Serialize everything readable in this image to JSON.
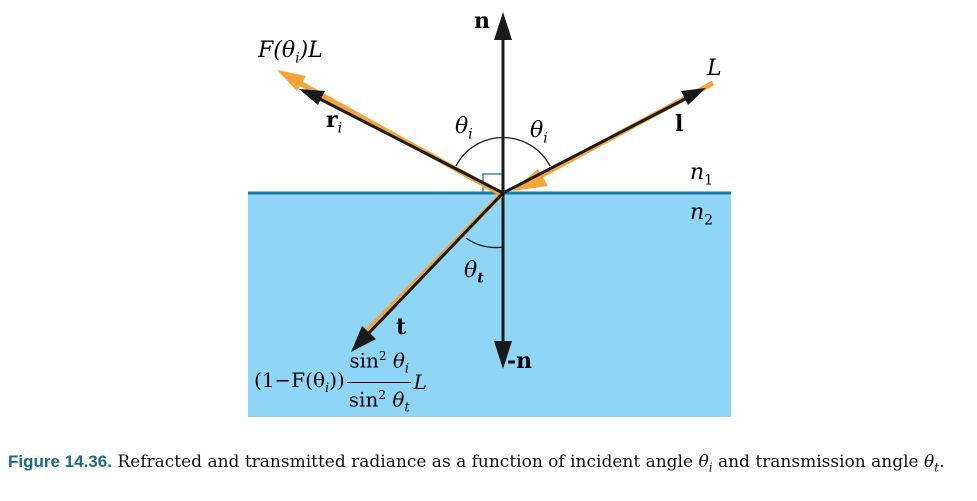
{
  "labels": {
    "normal": "n",
    "neg_normal": "-n",
    "reflected_vec": "r",
    "reflected_sub": "i",
    "reflected_radiance": "F(θ",
    "reflected_radiance_sub": "i",
    "reflected_radiance_tail": ")L",
    "light_vec": "l",
    "light_radiance": "L",
    "theta_i_left": "θ",
    "theta_i_left_sub": "i",
    "theta_i_right": "θ",
    "theta_i_right_sub": "i",
    "theta_t": "θ",
    "theta_t_sub": "t",
    "n1": "n",
    "n1_sub": "1",
    "n2": "n",
    "n2_sub": "2",
    "transmit_vec": "t",
    "transmit_prefix": "(1−F(θ",
    "transmit_prefix_sub": "i",
    "transmit_prefix_tail": "))",
    "frac_num": "sin",
    "frac_num_exp": "2",
    "frac_num_theta": "θ",
    "frac_num_sub": "i",
    "frac_den": "sin",
    "frac_den_exp": "2",
    "frac_den_theta": "θ",
    "frac_den_sub": "t",
    "transmit_tail": "L"
  },
  "caption": {
    "number": "Figure 14.36.",
    "text_a": " Refracted and transmitted radiance as a function of incident angle ",
    "theta_i": "θ",
    "theta_i_sub": "i",
    "text_b": " and transmission angle ",
    "theta_t": "θ",
    "theta_t_sub": "t",
    "text_c": "."
  },
  "colors": {
    "water": "#8fd6f6",
    "surface": "#1a7aa6",
    "orange": "#f3a53a",
    "arrow": "#1a1a1a",
    "caption_number": "#1a6a8a"
  }
}
